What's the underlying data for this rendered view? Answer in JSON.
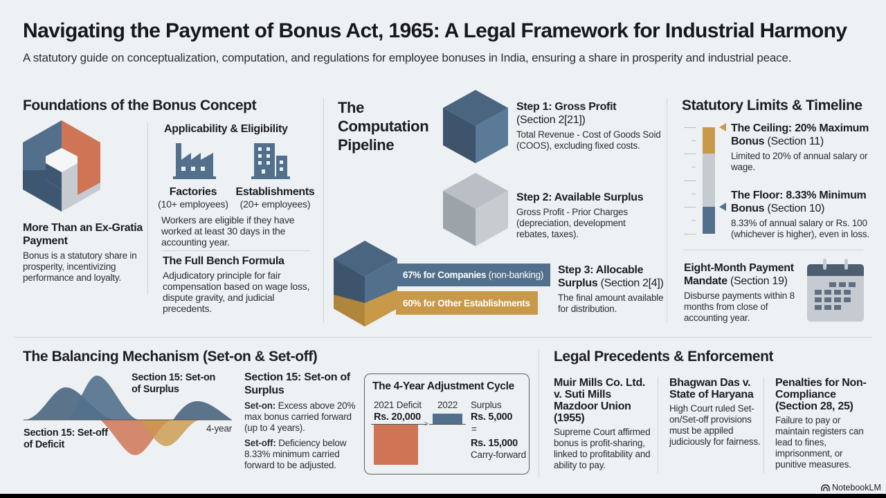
{
  "title": "Navigating the Payment of Bonus Act, 1965: A Legal Framework for Industrial Harmony",
  "subtitle": "A statutory guide on conceptualization, computation, and regulations for employee bonuses in India, ensuring a share in prosperity and industrial peace.",
  "colors": {
    "blue": "#52708c",
    "orange": "#cf7556",
    "gold": "#c9994a",
    "gray": "#c5cbd0",
    "background": "#eef1f4"
  },
  "foundations": {
    "heading": "Foundations of the Bonus Concept",
    "icon": "hexagon-cube-icon",
    "exgratia": {
      "title": "More Than an Ex-Gratia Payment",
      "body": "Bonus is a statutory share in prosperity, incentivizing performance and loyalty."
    },
    "applicability": {
      "title": "Applicability & Eligibility",
      "items": [
        {
          "icon": "factory-icon",
          "label": "Factories",
          "detail": "(10+ employees)"
        },
        {
          "icon": "building-icon",
          "label": "Establishments",
          "detail": "(20+ employees)"
        }
      ],
      "body": "Workers are eligible if they have worked at least 30 days in the accounting year."
    },
    "full_bench": {
      "title": "The Full Bench Formula",
      "body": "Adjudicatory principle for fair compensation based on wage loss, dispute gravity, and judicial precedents."
    }
  },
  "pipeline": {
    "heading": "The Computation Pipeline",
    "steps": [
      {
        "title": "Step 1: Gross Profit",
        "section": "(Section 2[21])",
        "body": "Total Revenue - Cost of Goods Soid (COOS), excluding fixed costs."
      },
      {
        "title": "Step 2: Available Surplus",
        "section": "",
        "body": "Gross Profit - Prior Charges (depreciation, development rebates, taxes)."
      },
      {
        "title": "Step 3: Allocable Surplus",
        "section": "(Section 2[4])",
        "body": "The final amount available for distribution."
      }
    ],
    "bars": [
      {
        "bold": "67% for Companies",
        "normal": " (non-banking)",
        "value": 67
      },
      {
        "bold": "60% for Other Establishments",
        "normal": "",
        "value": 60
      }
    ]
  },
  "limits": {
    "heading": "Statutory Limits & Timeline",
    "ceiling": {
      "title": "The Ceiling: 20% Maximum Bonus",
      "section": "(Section 11)",
      "body": "Limited to 20% of annual salary or wage.",
      "value": 20
    },
    "floor": {
      "title": "The Floor: 8.33% Minimum Bonus",
      "section": "(Section 10)",
      "body": "8.33% of annual salary or Rs. 100 (whichever is higher), even in loss.",
      "value": 8.33
    },
    "payment": {
      "title": "Eight-Month Payment Mandate",
      "section": "(Section 19)",
      "body": "Disburse payments within 8 months from close of accounting year.",
      "icon": "calendar-icon"
    }
  },
  "balancing": {
    "heading": "The Balancing Mechanism (Set-on & Set-off)",
    "wave_label_top": "Section 15: Set-on of Surplus",
    "wave_label_bottom": "Section 15: Set-off of Deficit",
    "wave_axis_label": "4-year",
    "section_title": "Section 15: Set-on of Surplus",
    "seton_label": "Set-on:",
    "seton_body": " Excess above 20% max bonus carried forward (up to 4 years).",
    "setoff_label": "Set-off:",
    "setoff_body": " Deficiency below 8.33% minimum carried forward to be adjusted.",
    "cycle": {
      "title": "The 4-Year Adjustment Cycle",
      "deficit_label": "2021 Deficit",
      "deficit_value": "Rs. 20,000",
      "year2": "2022",
      "surplus_label": "Surplus",
      "surplus_value": "Rs. 5,000",
      "equals": "=",
      "result_value": "Rs. 15,000",
      "result_label": "Carry-forward"
    }
  },
  "legal": {
    "heading": "Legal Precedents & Enforcement",
    "cases": [
      {
        "title": "Muir Mills Co. Ltd. v. Suti Mills Mazdoor Union (1955)",
        "body": "Supreme Court affirmed bonus is profit-sharing, linked to profitability and ability to pay."
      },
      {
        "title": "Bhagwan Das v. State of Haryana",
        "body": "High Court ruled Set-on/Set-off provisions must be appiled judiciously for fairness."
      },
      {
        "title": "Penalties for Non-Compliance (Section 28, 25)",
        "body": "Failure to pay or maintain registers can lead to fines, imprisonment, or punitive measures."
      }
    ]
  },
  "branding": {
    "label": "NotebookLM",
    "icon": "notebooklm-icon"
  }
}
